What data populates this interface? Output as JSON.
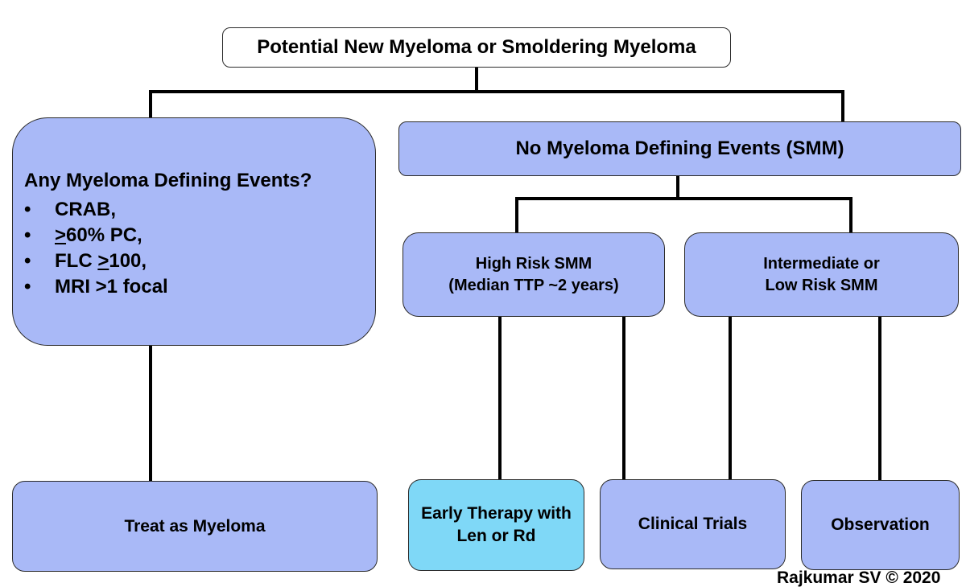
{
  "root": {
    "label": "Potential New Myeloma or Smoldering Myeloma"
  },
  "mde": {
    "title": "Any Myeloma Defining Events?",
    "bullet": "•",
    "items": [
      {
        "prefix": "",
        "symbol": "",
        "suffix": "CRAB,"
      },
      {
        "prefix": "",
        "symbol": ">",
        "suffix": "60% PC,"
      },
      {
        "prefix": "FLC ",
        "symbol": ">",
        "suffix": "100,"
      },
      {
        "prefix": "",
        "symbol": "",
        "suffix": "MRI >1 focal"
      }
    ]
  },
  "smm": {
    "label": "No Myeloma Defining Events (SMM)"
  },
  "high_risk": {
    "line1": "High Risk SMM",
    "line2": "(Median TTP ~2 years)"
  },
  "int_low_risk": {
    "line1": "Intermediate or",
    "line2": "Low Risk SMM"
  },
  "outcomes": {
    "treat": "Treat as Myeloma",
    "early_line1": "Early Therapy with",
    "early_line2": "Len or Rd",
    "trials": "Clinical Trials",
    "observation": "Observation"
  },
  "footer": {
    "credit": "Rajkumar SV © 2020"
  },
  "colors": {
    "box_fill": "#a9b9f7",
    "highlight_fill": "#7fd8f7",
    "root_fill": "#ffffff",
    "line": "#000000"
  }
}
